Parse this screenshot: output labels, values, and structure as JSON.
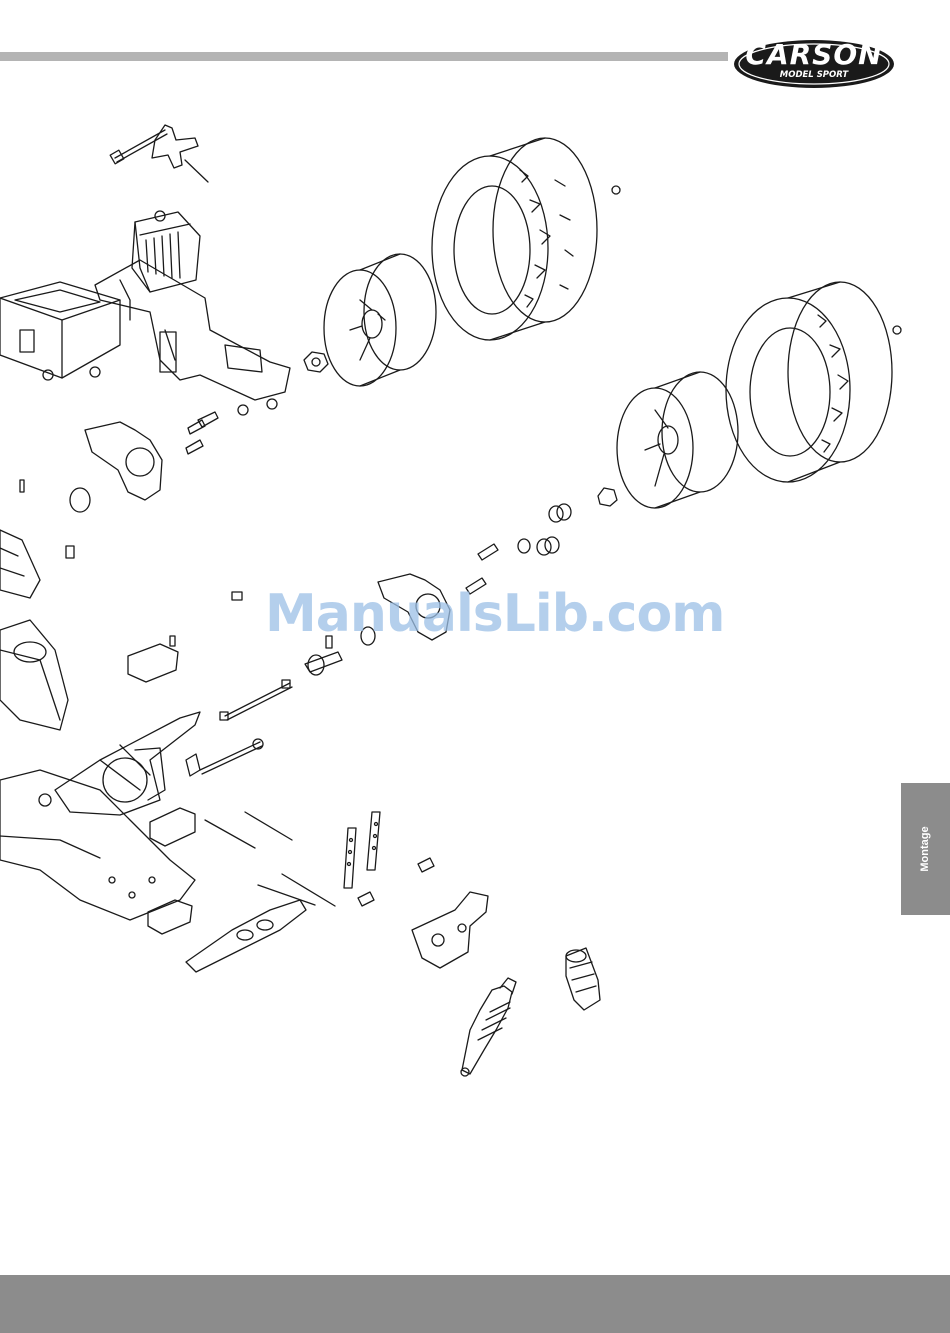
{
  "brand": {
    "name": "CARSON",
    "tagline": "MODEL SPORT",
    "colors": {
      "logo_fill": "#1a1a1a",
      "logo_text": "#ffffff"
    }
  },
  "side_tab": {
    "label": "Montage",
    "color": "#8c8c8c"
  },
  "watermark": {
    "text": "ManualsLib.com",
    "color": "#9cc0e6"
  },
  "colors": {
    "top_rule": "#b4b4b4",
    "bottom_bar": "#8c8c8c",
    "line_art": "#1a1a1a"
  }
}
